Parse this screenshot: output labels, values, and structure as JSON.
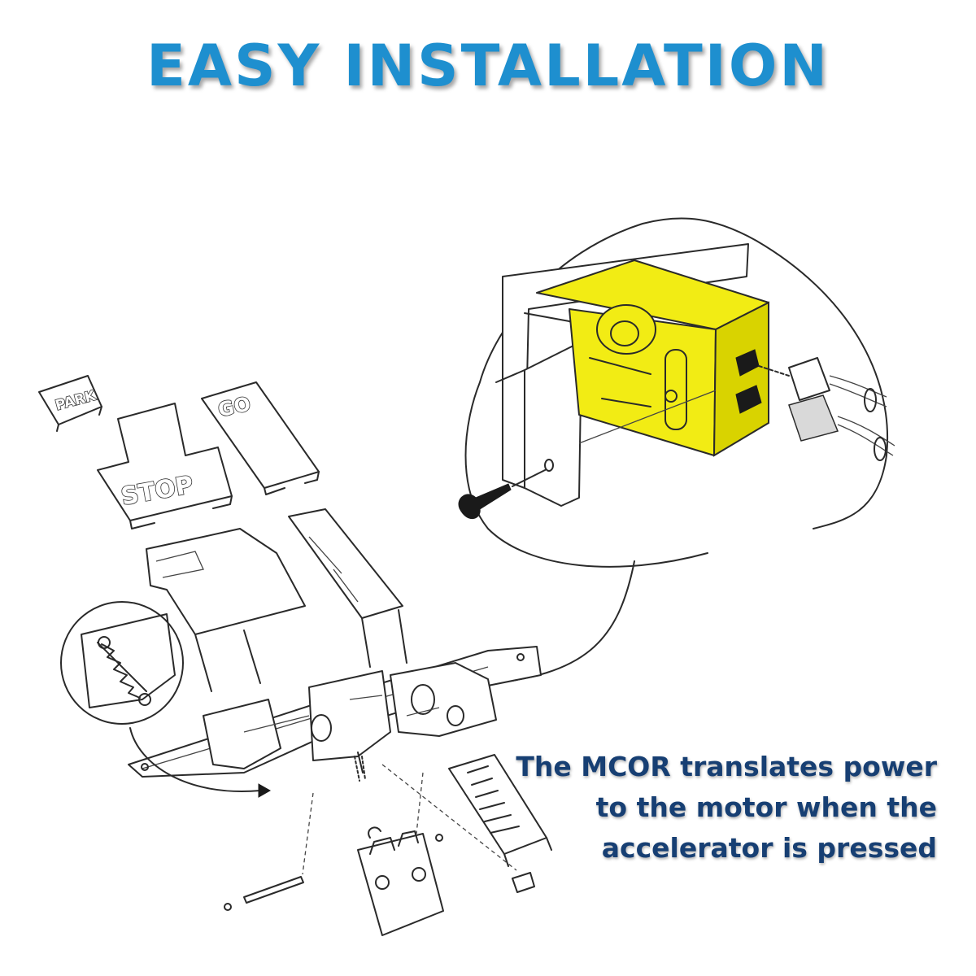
{
  "title": "EASY INSTALLATION",
  "pedal_labels": {
    "park": "PARK",
    "stop": "STOP",
    "go": "GO"
  },
  "caption_lines": [
    "The MCOR translates power",
    "to the motor when the",
    "accelerator is pressed"
  ],
  "colors": {
    "title": "#1e8fcf",
    "caption": "#173f73",
    "mcor_highlight": "#f2ec14"
  }
}
